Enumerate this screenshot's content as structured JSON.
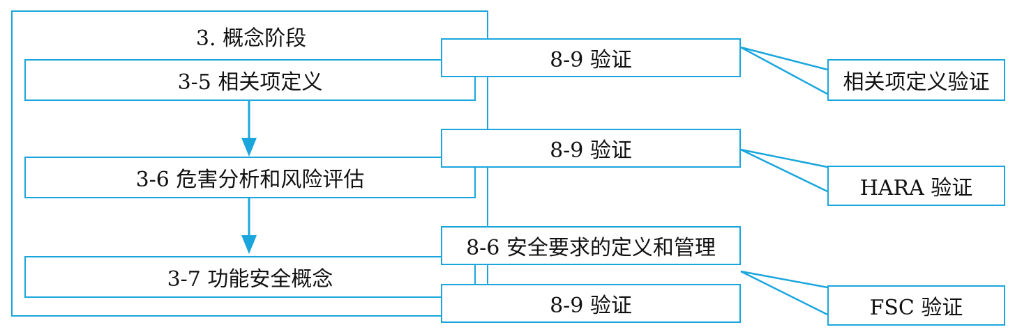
{
  "colors": {
    "border": "#1aa6dc",
    "text": "#111111",
    "background": "#ffffff"
  },
  "concept_phase": {
    "title": "3. 概念阶段",
    "steps": [
      {
        "label": "3-5 相关项定义"
      },
      {
        "label": "3-6 危害分析和风险评估"
      },
      {
        "label": "3-7 功能安全概念"
      }
    ]
  },
  "support_processes": [
    {
      "label": "8-9 验证"
    },
    {
      "label": "8-9 验证"
    },
    {
      "label": "8-6 安全要求的定义和管理"
    },
    {
      "label": "8-9 验证"
    }
  ],
  "results": [
    {
      "label": "相关项定义验证"
    },
    {
      "label": "HARA 验证"
    },
    {
      "label": "FSC 验证"
    }
  ],
  "icons": {
    "flow_arrow": "arrow-down-icon"
  }
}
